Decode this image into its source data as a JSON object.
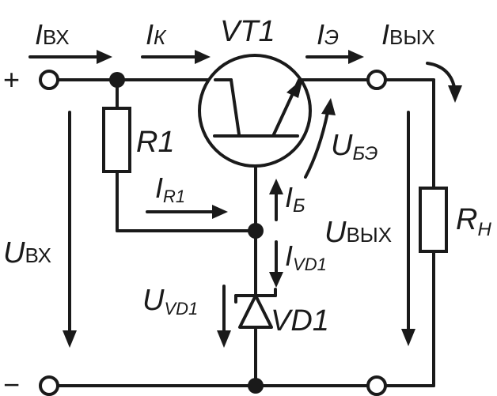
{
  "terminals": {
    "plus": "+",
    "minus": "−"
  },
  "components": {
    "transistor": "VT1",
    "r1": "R1",
    "load": {
      "main": "R",
      "sub": "Н"
    },
    "diode": "VD1"
  },
  "currents": {
    "i_in": {
      "main": "I",
      "sub": "ВХ"
    },
    "i_c": {
      "main": "I",
      "sub": "К"
    },
    "i_e": {
      "main": "I",
      "sub": "Э"
    },
    "i_out": {
      "main": "I",
      "sub": "ВЫХ"
    },
    "i_r1": {
      "main": "I",
      "sub": "R1"
    },
    "i_b": {
      "main": "I",
      "sub": "Б"
    },
    "i_vd1": {
      "main": "I",
      "sub": "VD1"
    }
  },
  "voltages": {
    "u_in": {
      "main": "U",
      "sub": "ВХ"
    },
    "u_be": {
      "main": "U",
      "sub": "БЭ"
    },
    "u_out": {
      "main": "U",
      "sub": "ВЫХ"
    },
    "u_vd1": {
      "main": "U",
      "sub": "VD1"
    }
  },
  "colors": {
    "ink": "#1a1a1a",
    "background": "#ffffff"
  }
}
